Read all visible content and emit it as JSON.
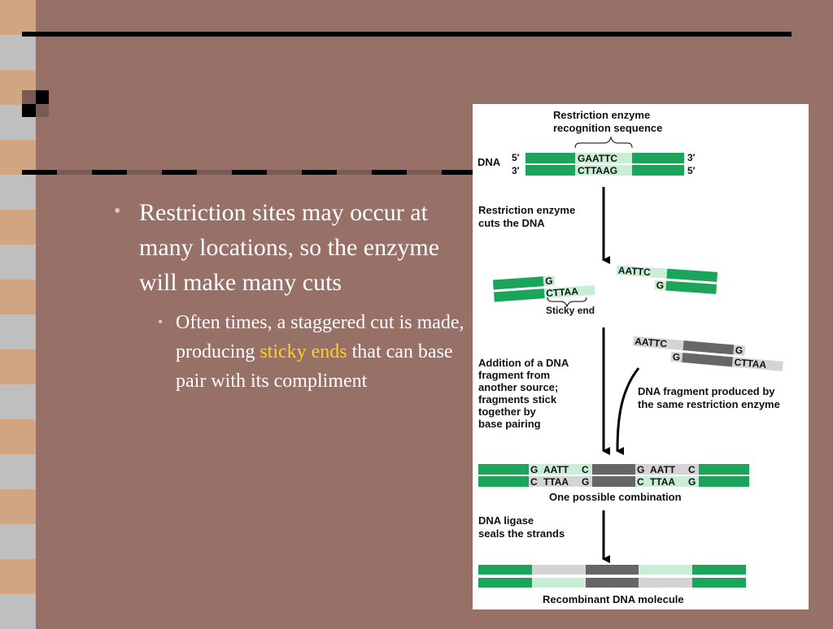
{
  "slide": {
    "bullet_main": "Restriction sites may occur at many locations, so the enzyme will make many cuts",
    "bullet_sub_before": "Often times, a staggered cut is made, producing ",
    "bullet_sub_highlight": "sticky ends",
    "bullet_sub_after": " that can base pair with its compliment"
  },
  "figure": {
    "title_line1": "Restriction enzyme",
    "title_line2": "recognition sequence",
    "dna_label": "DNA",
    "five_prime": "5′",
    "three_prime": "3′",
    "top_seq": "GAATTC",
    "bottom_seq": "CTTAAG",
    "step1_line1": "Restriction enzyme",
    "step1_line2": "cuts the DNA",
    "frag_g": "G",
    "frag_cttaa": "CTTAA",
    "frag_aattc": "AATTC",
    "sticky_end": "Sticky end",
    "step2_line1": "Addition of a DNA",
    "step2_line2": "fragment from",
    "step2_line3": "another source;",
    "step2_line4": "fragments stick",
    "step2_line5": "together by",
    "step2_line6": "base pairing",
    "fragment_label1": "DNA fragment produced by",
    "fragment_label2": "the same restriction enzyme",
    "comb_top_a": "G",
    "comb_top_b": "AATT",
    "comb_top_c": "C",
    "comb_bot_a": "C",
    "comb_bot_b": "TTAA",
    "comb_bot_c": "G",
    "combination": "One possible combination",
    "step3_line1": "DNA ligase",
    "step3_line2": "seals the strands",
    "result": "Recombinant DNA molecule"
  },
  "colors": {
    "background": "#977068",
    "strand_green": "#1aa55a",
    "strand_light": "#c9eed6",
    "strand_dark": "#666666",
    "strand_gray": "#d4d4d4",
    "highlight": "#ffd21e"
  }
}
